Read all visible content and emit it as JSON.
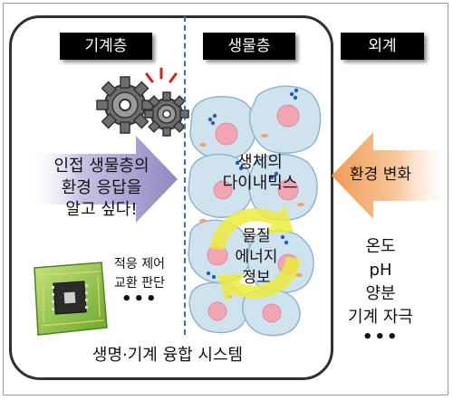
{
  "labels": {
    "mechanical_layer": "기계층",
    "biological_layer": "생물층",
    "external": "외계"
  },
  "mechanical": {
    "question_lines": [
      "인접 생물층의",
      "환경 응답을",
      "알고 싶다!"
    ],
    "adapt_lines": [
      "적응 제어",
      "교환 판단"
    ],
    "ellipsis": "•••"
  },
  "biological": {
    "title_lines": [
      "생체의",
      "다이내믹스"
    ],
    "flow_lines": [
      "물질",
      "에너지",
      "정보"
    ]
  },
  "external": {
    "change": "환경 변화",
    "stimuli": [
      "온도",
      "pH",
      "양분",
      "기계 자극"
    ],
    "ellipsis": "•••"
  },
  "system_title": "생명·기계 융합 시스템",
  "colors": {
    "label_bg": "#000000",
    "divider": "#3a6fb0",
    "cell_fill": "#cfe3ef",
    "nucleus": "#f1a7b3",
    "arrow_purple": "#9d97c8",
    "arrow_orange": "#f4b37e",
    "cycle_arrow": "#eeee40",
    "chip_board": "#8cc63f"
  },
  "icons": [
    "gears-icon",
    "microchip-icon"
  ]
}
